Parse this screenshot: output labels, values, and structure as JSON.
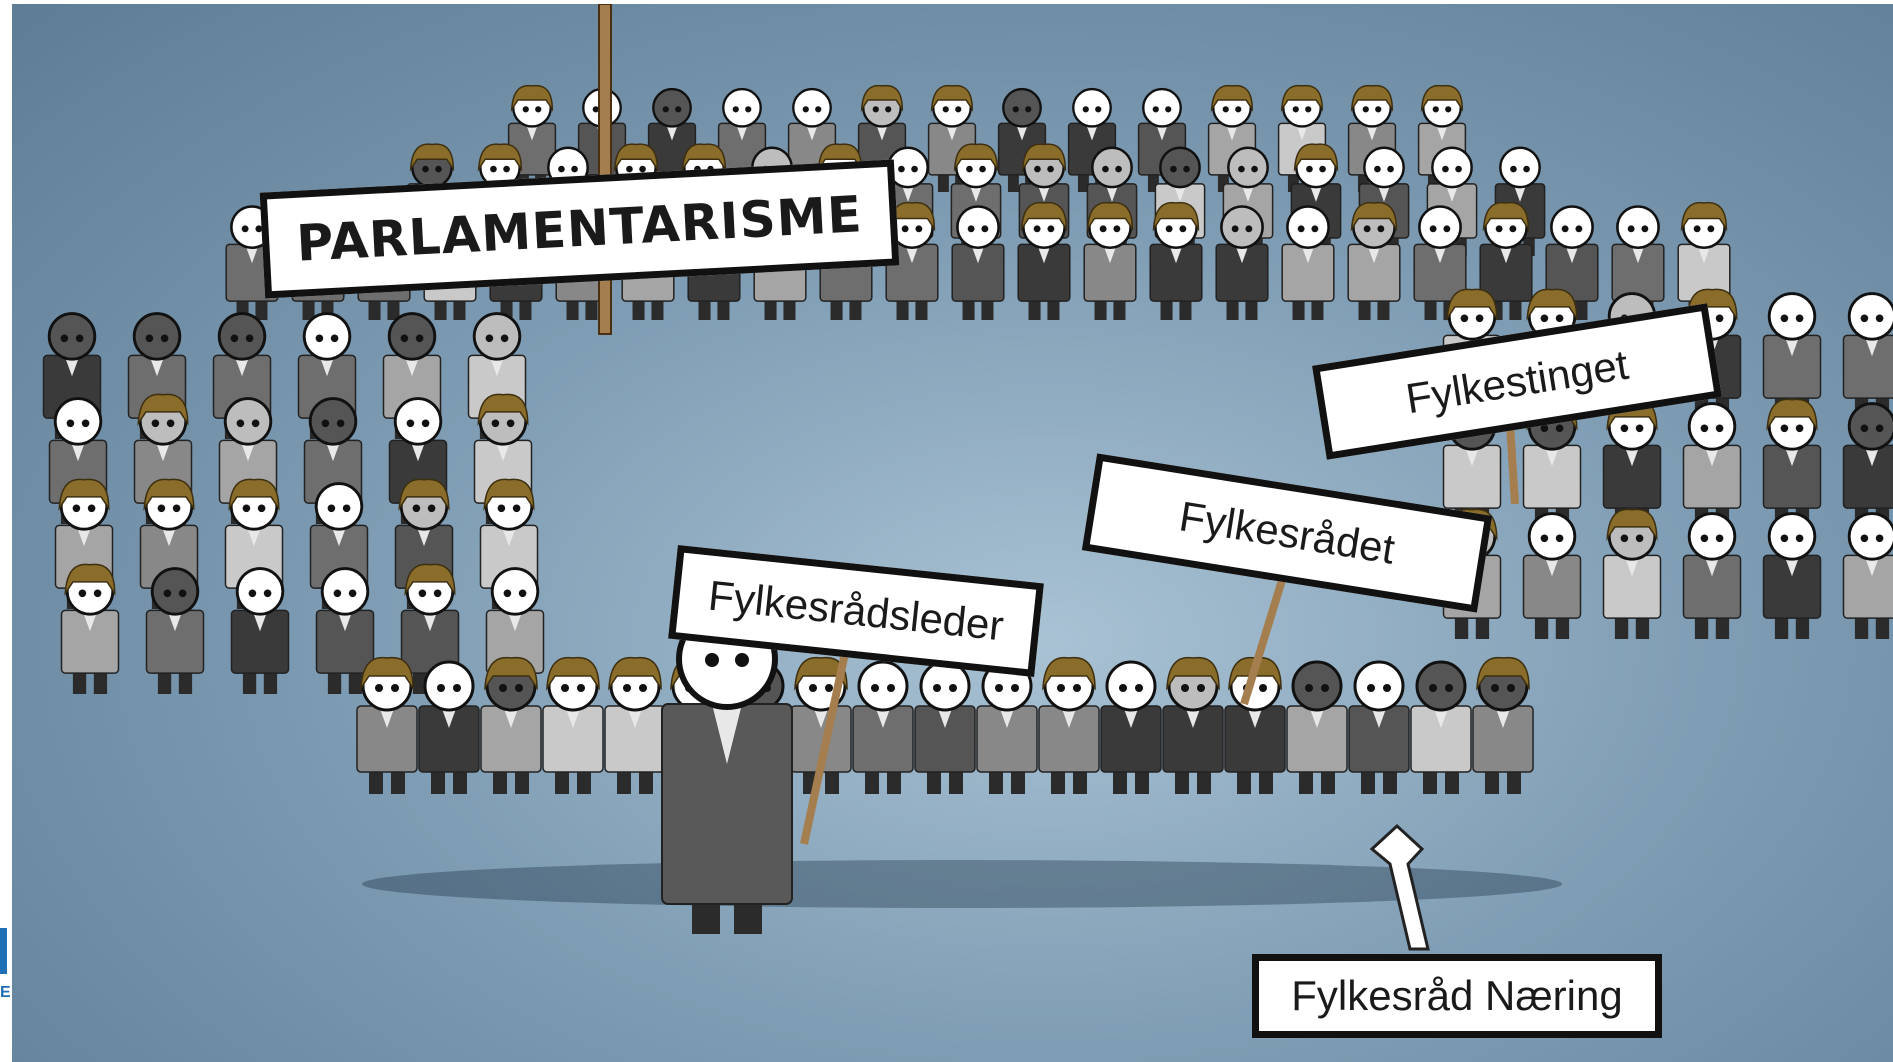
{
  "signs": {
    "parlamentarisme": "PARLAMENTARISME",
    "fylkestinget": "Fylkestinget",
    "fylkesradet": "Fylkesrådet",
    "fylkesradsleder": "Fylkesrådsleder",
    "fylkesrad_naering": "Fylkesråd Næring"
  },
  "left_edge_letter": "E"
}
